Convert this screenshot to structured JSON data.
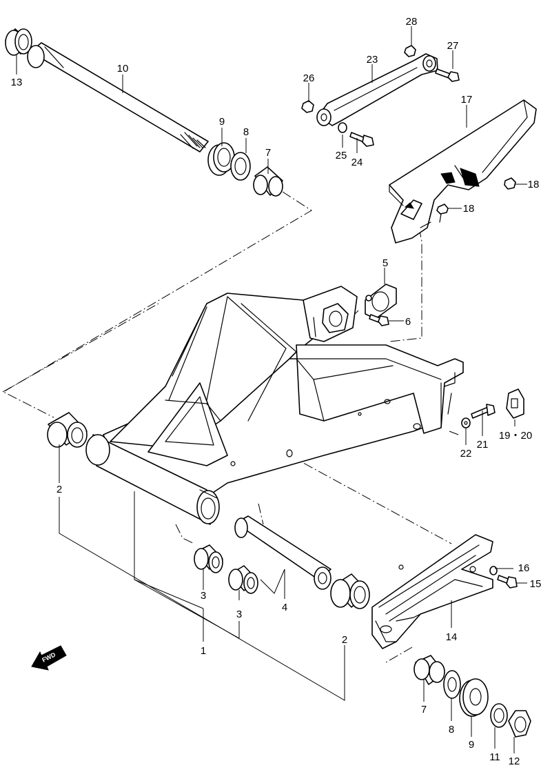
{
  "diagram": {
    "fwd_label": "FWD",
    "part_labels": [
      {
        "key": "13",
        "text": "13"
      },
      {
        "key": "10",
        "text": "10"
      },
      {
        "key": "9a",
        "text": "9"
      },
      {
        "key": "8a",
        "text": "8"
      },
      {
        "key": "7a",
        "text": "7"
      },
      {
        "key": "28",
        "text": "28"
      },
      {
        "key": "27",
        "text": "27"
      },
      {
        "key": "23",
        "text": "23"
      },
      {
        "key": "26",
        "text": "26"
      },
      {
        "key": "25",
        "text": "25"
      },
      {
        "key": "24",
        "text": "24"
      },
      {
        "key": "17",
        "text": "17"
      },
      {
        "key": "18a",
        "text": "18"
      },
      {
        "key": "18b",
        "text": "18"
      },
      {
        "key": "5",
        "text": "5"
      },
      {
        "key": "6",
        "text": "6"
      },
      {
        "key": "19-20",
        "text": "19・20"
      },
      {
        "key": "21",
        "text": "21"
      },
      {
        "key": "22",
        "text": "22"
      },
      {
        "key": "2a",
        "text": "2"
      },
      {
        "key": "16",
        "text": "16"
      },
      {
        "key": "15",
        "text": "15"
      },
      {
        "key": "3a",
        "text": "3"
      },
      {
        "key": "3b",
        "text": "3"
      },
      {
        "key": "4",
        "text": "4"
      },
      {
        "key": "1",
        "text": "1"
      },
      {
        "key": "2b",
        "text": "2"
      },
      {
        "key": "14",
        "text": "14"
      },
      {
        "key": "7b",
        "text": "7"
      },
      {
        "key": "8b",
        "text": "8"
      },
      {
        "key": "9b",
        "text": "9"
      },
      {
        "key": "11",
        "text": "11"
      },
      {
        "key": "12",
        "text": "12"
      }
    ]
  }
}
